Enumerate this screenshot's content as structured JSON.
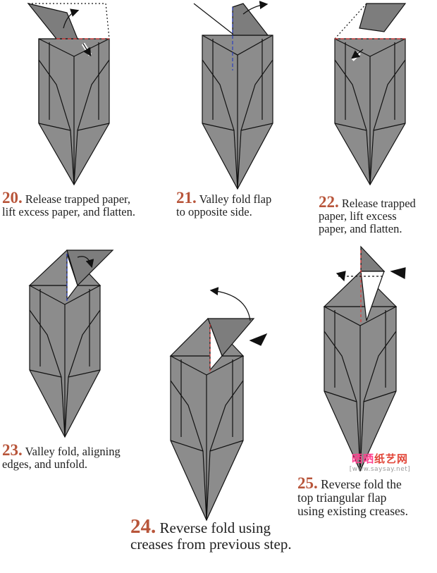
{
  "steps": [
    {
      "number": "20.",
      "lines": [
        "Release trapped paper,",
        "lift excess paper, and flatten."
      ]
    },
    {
      "number": "21.",
      "lines": [
        "Valley fold flap",
        "to opposite side."
      ]
    },
    {
      "number": "22.",
      "lines": [
        "Release trapped",
        "paper, lift excess",
        "paper, and flatten."
      ]
    },
    {
      "number": "23.",
      "lines": [
        "Valley fold, aligning",
        "edges, and unfold."
      ]
    },
    {
      "number": "24.",
      "lines": [
        "Reverse fold using",
        "creases from previous step."
      ]
    },
    {
      "number": "25.",
      "lines": [
        "Reverse fold the",
        "top triangular flap",
        "using existing creases."
      ]
    }
  ],
  "watermark": {
    "brand_a": "晒晒",
    "brand_b": "纸艺网",
    "url": "[www.saysay.net]"
  },
  "colors": {
    "paper": "#8c8c8c",
    "paper_dark": "#6f6f6f",
    "edge": "#111111",
    "crease": "#e23b3b",
    "number": "#b8553a"
  }
}
